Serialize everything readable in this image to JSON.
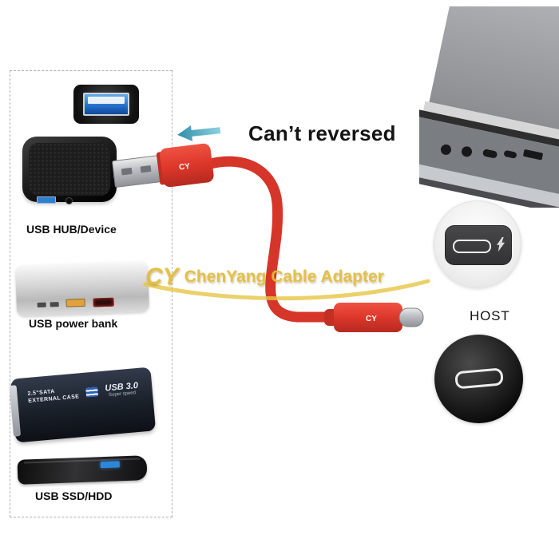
{
  "page": {
    "background": "#ffffff"
  },
  "annotations": {
    "cant_reversed": "Can’t reversed",
    "host": "HOST"
  },
  "device_labels": {
    "hub": "USB HUB/Device",
    "power_bank": "USB power bank",
    "ssd": "USB SSD/HDD"
  },
  "watermark": {
    "logo": "CY",
    "text": "ChenYang Cable Adapter",
    "color": "#e0bc3e"
  },
  "hdd_sticker": {
    "line1": "2.5\"SATA",
    "line2": "EXTERNAL CASE",
    "usb": "USB 3.0",
    "speed": "Super speed"
  },
  "cable": {
    "print_a": "CY",
    "print_c": "CY",
    "color_red": "#d63529"
  },
  "colors": {
    "usb_port_blue": "#2e7fd0",
    "arrow_teal": "#4aa5bd",
    "cable_red": "#d63529",
    "watermark_gold": "#e0bc3e"
  }
}
